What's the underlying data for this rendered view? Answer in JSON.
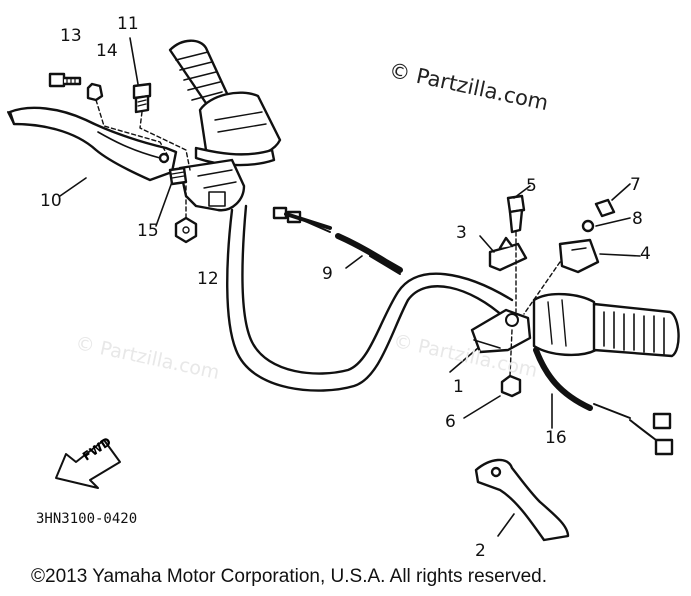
{
  "diagram": {
    "callouts": {
      "c1": "1",
      "c2": "2",
      "c3": "3",
      "c4": "4",
      "c5": "5",
      "c6": "6",
      "c7": "7",
      "c8": "8",
      "c9": "9",
      "c10": "10",
      "c11": "11",
      "c12": "12",
      "c13": "13",
      "c14": "14",
      "c15": "15",
      "c16": "16"
    },
    "fwd_label": "FWD",
    "part_code": "3HN3100-0420",
    "watermark": "© Partzilla.com",
    "copyright": "©2013  Yamaha Motor Corporation, U.S.A. All rights reserved."
  }
}
